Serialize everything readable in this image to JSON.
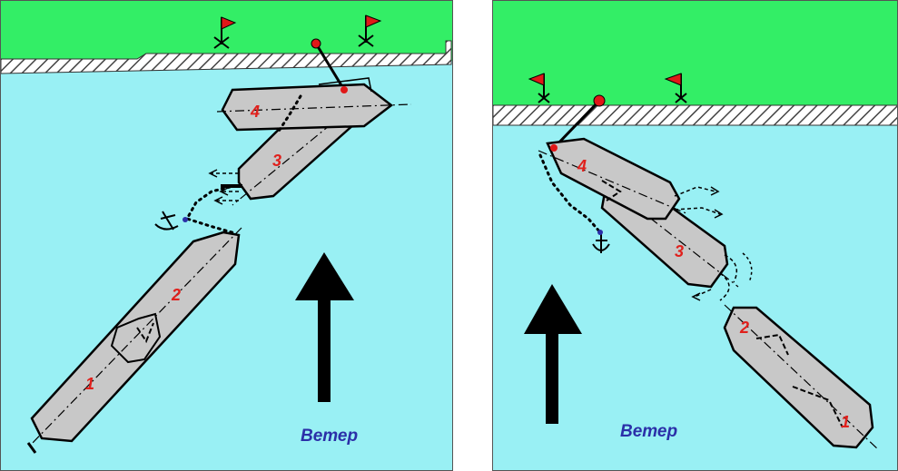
{
  "colors": {
    "land": "#33ee66",
    "water": "#99f0f4",
    "hull": "#c8c8c8",
    "flag": "#e01818",
    "label": "#e0201c",
    "wind_text": "#2b2fa8"
  },
  "left_panel": {
    "labels": {
      "s1": "1",
      "s2": "2",
      "s3": "3",
      "s4": "4"
    },
    "wind_label": "Ветер"
  },
  "right_panel": {
    "labels": {
      "s1": "1",
      "s2": "2",
      "s3": "3",
      "s4": "4"
    },
    "wind_label": "Ветер"
  }
}
